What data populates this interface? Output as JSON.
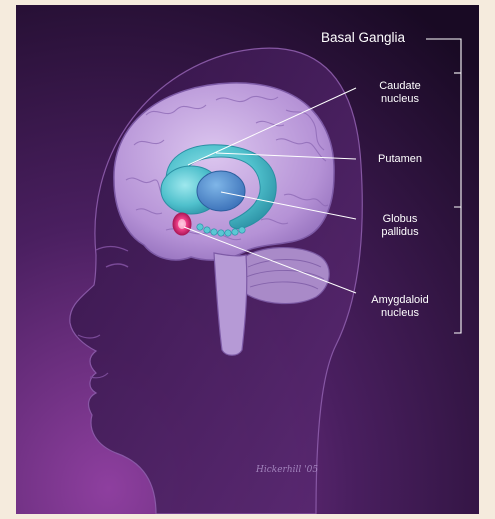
{
  "diagram": {
    "title": "Basal Ganglia",
    "labels": [
      {
        "id": "caudate",
        "text": "Caudate\nnucleus"
      },
      {
        "id": "putamen",
        "text": "Putamen"
      },
      {
        "id": "globus",
        "text": "Globus\npallidus"
      },
      {
        "id": "amygdaloid",
        "text": "Amygdaloid\nnucleus"
      }
    ],
    "signature": "Hickerhill '05"
  },
  "colors": {
    "background": "#f5ebdd",
    "panel_dark": "#1b0b26",
    "panel_light": "#8a3e9c",
    "brain": "#c2a5dd",
    "basal_ganglia": "#5ac8d4",
    "amygdala": "#e8407a",
    "label_text": "#ffffff"
  }
}
